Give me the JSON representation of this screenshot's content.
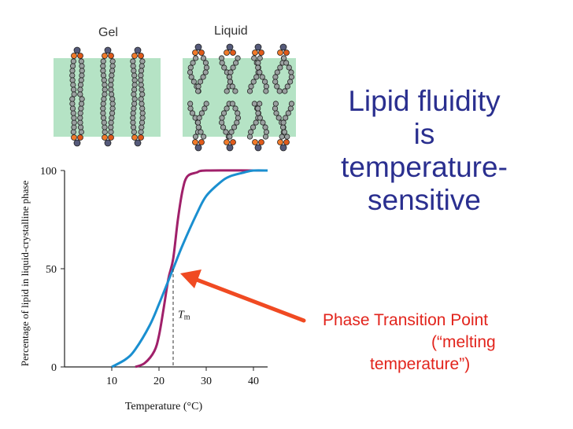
{
  "slide": {
    "title_lines": [
      "Lipid fluidity",
      "is",
      "temperature-",
      "sensitive"
    ],
    "callout_lines": [
      "Phase Transition Point",
      "(“melting",
      "temperature”)"
    ],
    "colors": {
      "title": "#2a2f8f",
      "callout": "#e2241c",
      "arrow": "#f04a22"
    }
  },
  "illustration": {
    "gel_label": "Gel",
    "liquid_label": "Liquid",
    "membrane_color": "#b5e3c5"
  },
  "chart_data": {
    "type": "line",
    "xlabel": "Temperature (°C)",
    "ylabel": "Percentage of lipid in liquid-crystalline phase",
    "xlim": [
      0,
      43
    ],
    "ylim": [
      0,
      100
    ],
    "x_ticks": [
      10,
      20,
      30,
      40
    ],
    "y_ticks": [
      0,
      50,
      100
    ],
    "grid": false,
    "legend": "none",
    "series": [
      {
        "color": "#a0206a",
        "x": [
          15,
          17,
          19,
          20,
          21,
          22,
          23,
          24,
          25,
          26,
          28,
          30,
          40,
          43
        ],
        "y": [
          0,
          2,
          8,
          16,
          30,
          45,
          55,
          75,
          90,
          97,
          99,
          100,
          100,
          100
        ]
      },
      {
        "color": "#1a8fd0",
        "x": [
          10,
          13,
          15,
          18,
          20,
          23,
          25,
          28,
          30,
          33,
          35,
          38,
          40,
          43
        ],
        "y": [
          0,
          4,
          9,
          21,
          32,
          50,
          62,
          78,
          87,
          94,
          97,
          99,
          100,
          100
        ]
      }
    ],
    "annotations": [
      {
        "label_main": "T",
        "label_sub": "m",
        "x": 23,
        "y": 50,
        "style": "dashed"
      }
    ]
  }
}
